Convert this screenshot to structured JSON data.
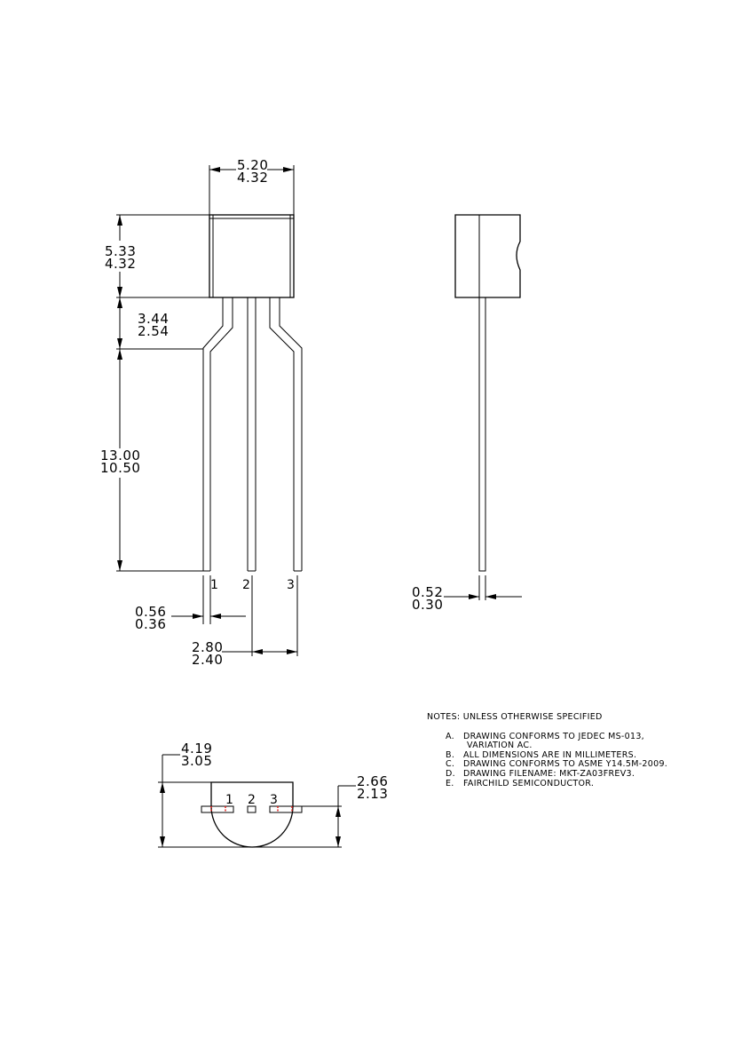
{
  "front_view": {
    "body_width": {
      "max": "5.20",
      "min": "4.32"
    },
    "body_height": {
      "max": "5.33",
      "min": "4.32"
    },
    "lead_bend_height": {
      "max": "3.44",
      "min": "2.54"
    },
    "lead_length": {
      "max": "13.00",
      "min": "10.50"
    },
    "lead_width": {
      "max": "0.56",
      "min": "0.36"
    },
    "lead_pitch": {
      "max": "2.80",
      "min": "2.40"
    },
    "pins": [
      "1",
      "2",
      "3"
    ]
  },
  "side_view": {
    "lead_thickness": {
      "max": "0.52",
      "min": "0.30"
    }
  },
  "bottom_view": {
    "overall_height": {
      "max": "4.19",
      "min": "3.05"
    },
    "seating_height": {
      "max": "2.66",
      "min": "2.13"
    },
    "pins": [
      "1",
      "2",
      "3"
    ]
  },
  "notes": {
    "heading": "NOTES: UNLESS OTHERWISE SPECIFIED",
    "items": [
      {
        "letter": "A.",
        "lines": [
          "DRAWING CONFORMS TO JEDEC MS-013,",
          "VARIATION AC."
        ]
      },
      {
        "letter": "B.",
        "lines": [
          "ALL DIMENSIONS ARE IN MILLIMETERS."
        ]
      },
      {
        "letter": "C.",
        "lines": [
          "DRAWING CONFORMS TO ASME Y14.5M-2009."
        ]
      },
      {
        "letter": "D.",
        "lines": [
          "DRAWING FILENAME: MKT-ZA03FREV3."
        ]
      },
      {
        "letter": "E.",
        "lines": [
          "FAIRCHILD SEMICONDUCTOR."
        ]
      }
    ]
  },
  "colors": {
    "line": "#000000",
    "mark": "#e0201c"
  }
}
